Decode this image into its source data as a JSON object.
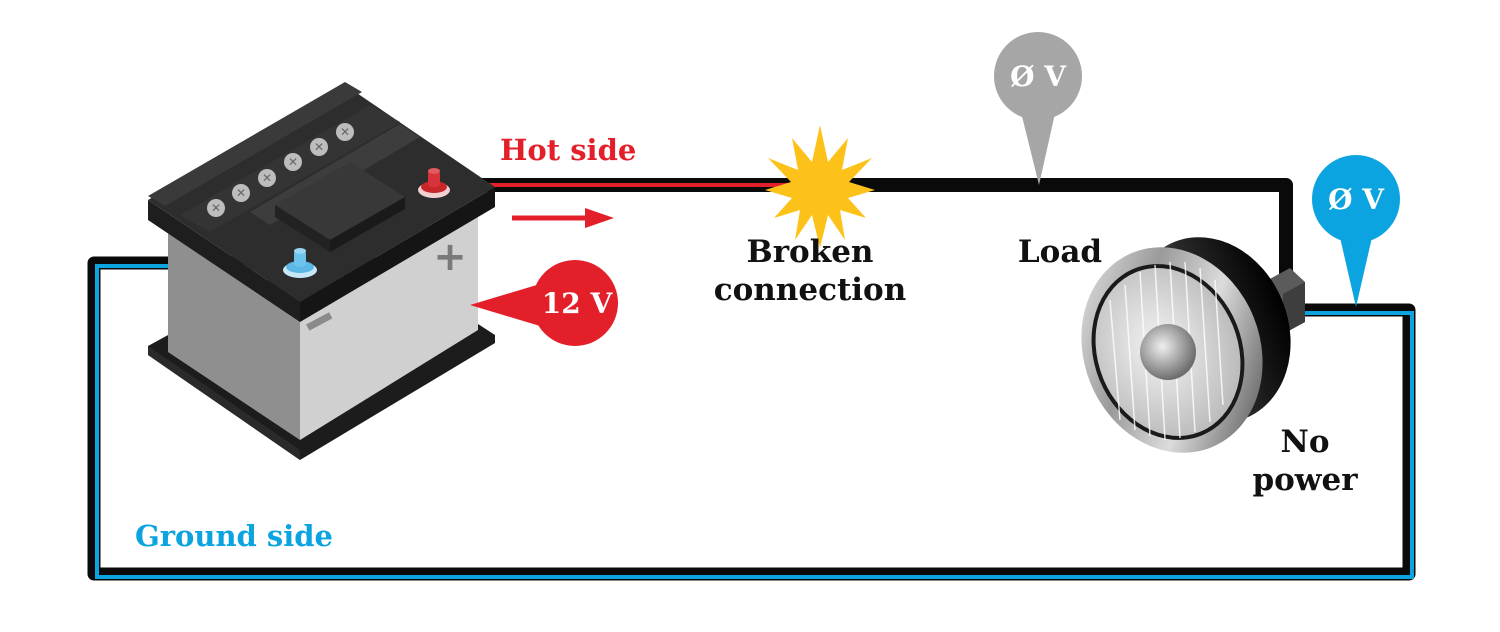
{
  "diagram": {
    "title": "Broken connection on hot side of circuit",
    "labels": {
      "hot_side": "Hot side",
      "ground_side": "Ground side",
      "broken_connection_line1": "Broken",
      "broken_connection_line2": "connection",
      "load": "Load",
      "no_power_line1": "No",
      "no_power_line2": "power"
    },
    "voltage_markers": {
      "battery": "12 V",
      "hot_wire_after_break": "Ø V",
      "ground_side_at_load": "Ø V"
    },
    "battery": {
      "positive_symbol": "+",
      "negative_symbol": "−"
    },
    "colors": {
      "hot": "#e3202a",
      "ground": "#0ba3e0",
      "wire": "#0a0a0a",
      "spark": "#fdc21a",
      "neutral_pin": "#a6a6a6"
    }
  }
}
